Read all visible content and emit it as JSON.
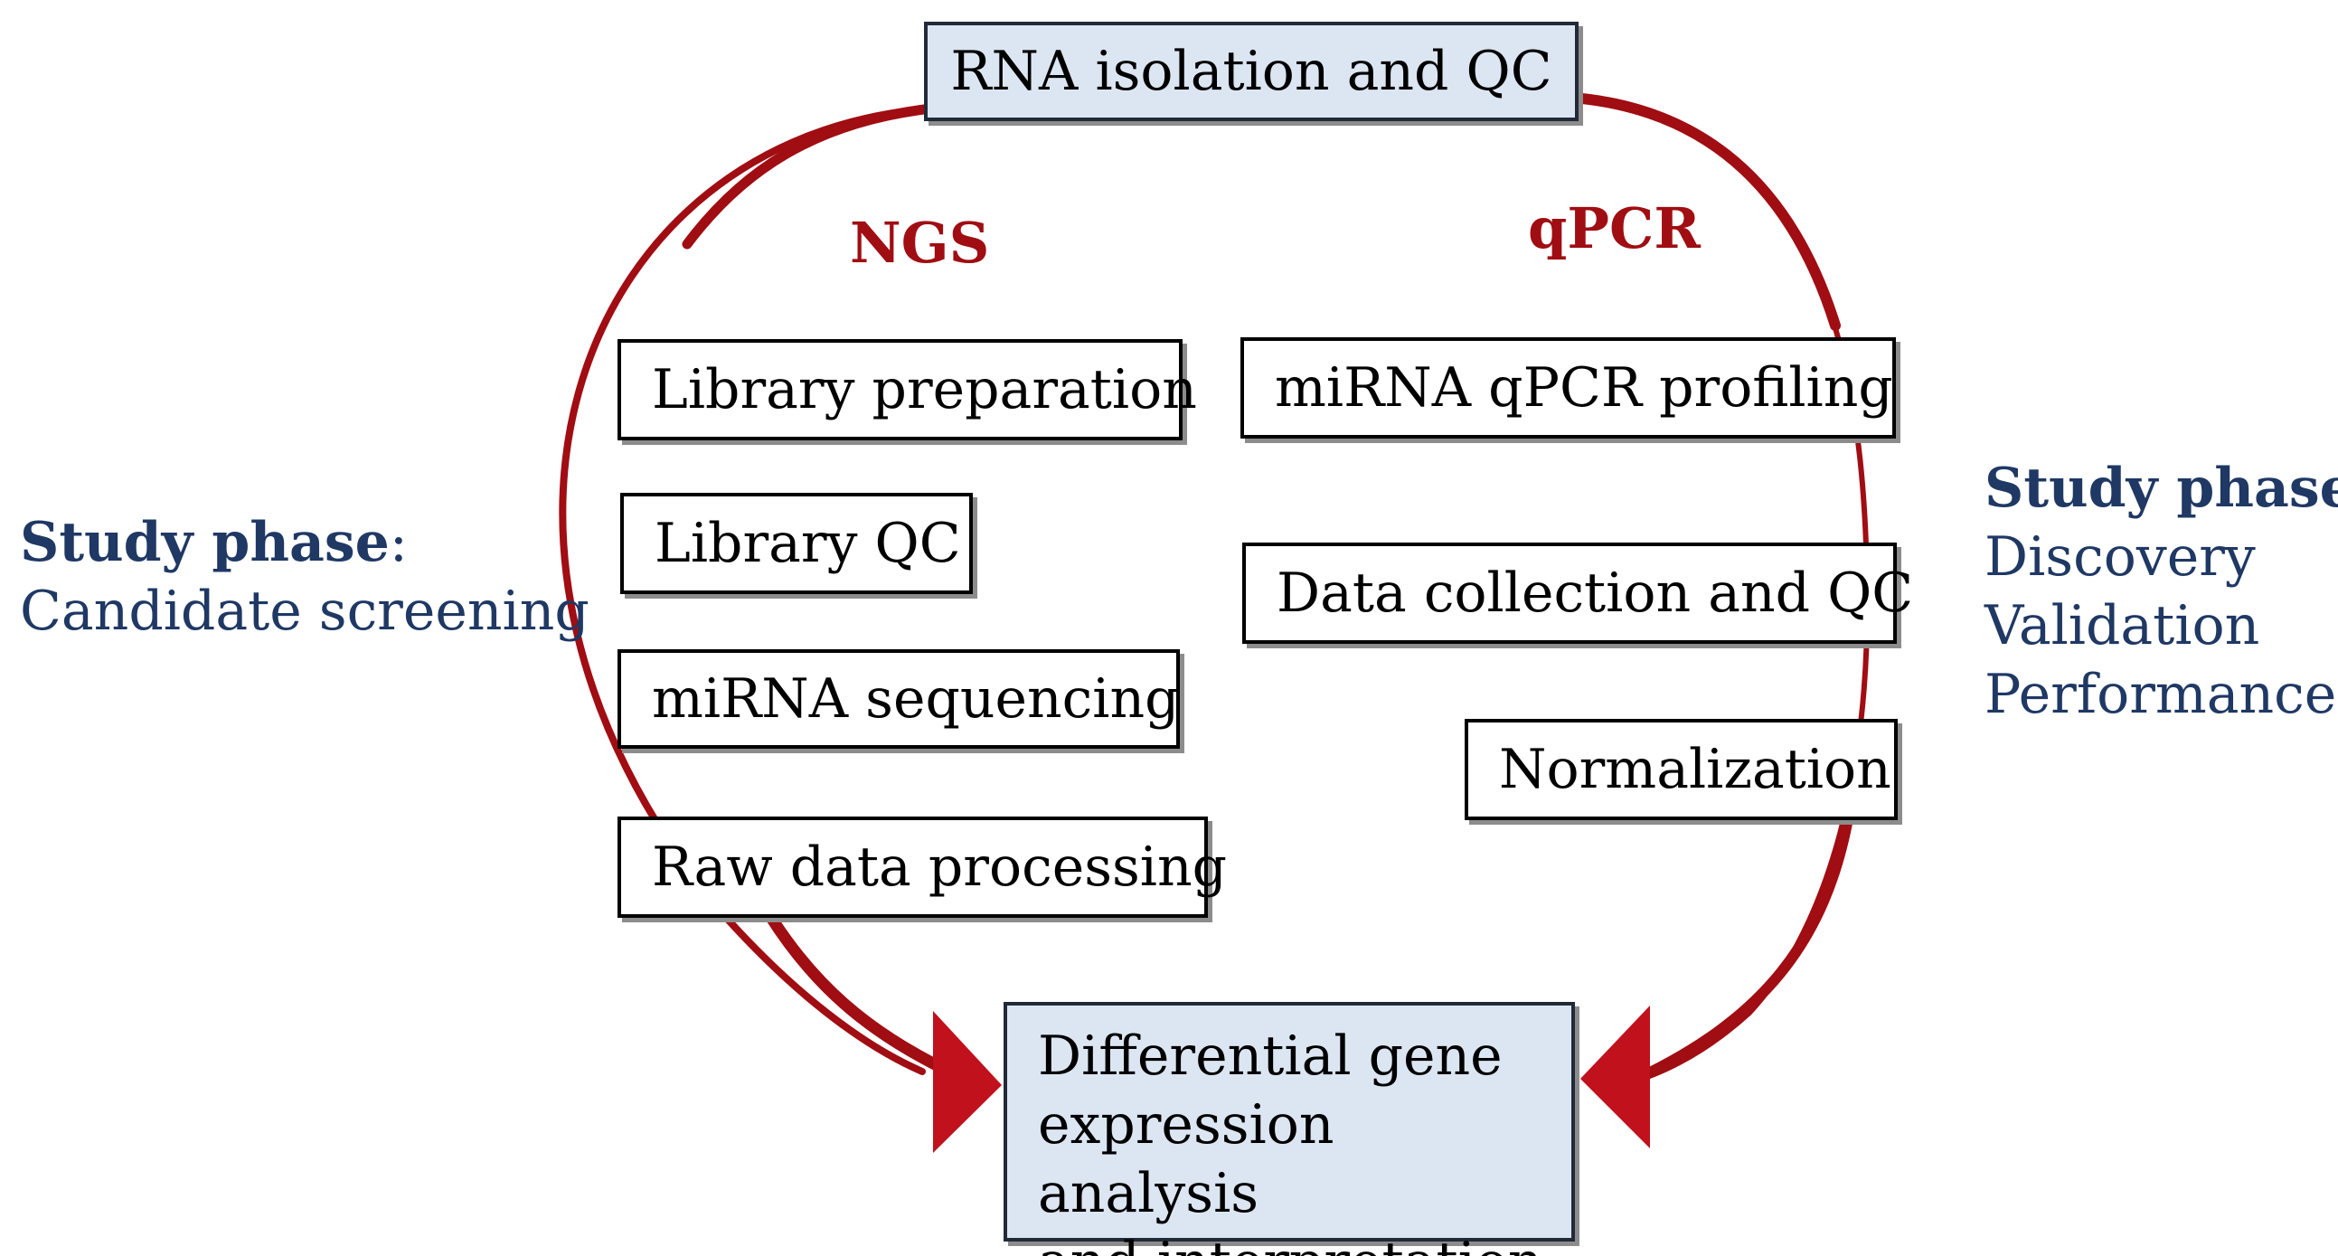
{
  "colors": {
    "arrow": "#a00d12",
    "box_border": "#000000",
    "box_fill_highlight": "#dce6f2",
    "phase_text": "#1f3864"
  },
  "top_box": {
    "label": "RNA isolation and QC"
  },
  "ngs": {
    "label": "NGS",
    "steps": [
      "Library preparation",
      "Library QC",
      "miRNA sequencing",
      "Raw data processing"
    ]
  },
  "qpcr": {
    "label": "qPCR",
    "steps": [
      "miRNA qPCR profiling",
      "Data collection and QC",
      "Normalization"
    ]
  },
  "bottom_box": {
    "lines": [
      "Differential gene",
      "expression analysis",
      "and interpretation"
    ]
  },
  "left_phase": {
    "heading": "Study phase",
    "colon": ":",
    "items": [
      "Candidate screening"
    ]
  },
  "right_phase": {
    "heading": "Study phase",
    "colon": ":",
    "items": [
      "Discovery",
      "Validation",
      "Performance"
    ]
  }
}
